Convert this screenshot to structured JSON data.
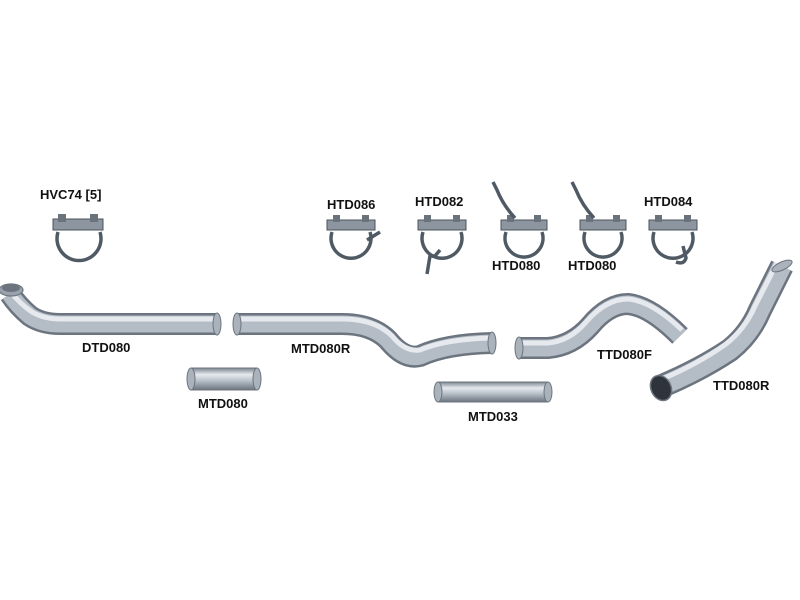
{
  "labels": {
    "hvc74": "HVC74 [5]",
    "htd086": "HTD086",
    "htd082": "HTD082",
    "htd080_a": "HTD080",
    "htd080_b": "HTD080",
    "htd084": "HTD084",
    "dtd080": "DTD080",
    "mtd080r": "MTD080R",
    "ttd080f": "TTD080F",
    "ttd080r": "TTD080R",
    "mtd080": "MTD080",
    "mtd033": "MTD033"
  },
  "colors": {
    "pipe_light": "#e4e8ee",
    "pipe_mid": "#aab2bc",
    "pipe_dark": "#6f7882",
    "clamp": "#505a64",
    "label": "#111111"
  }
}
